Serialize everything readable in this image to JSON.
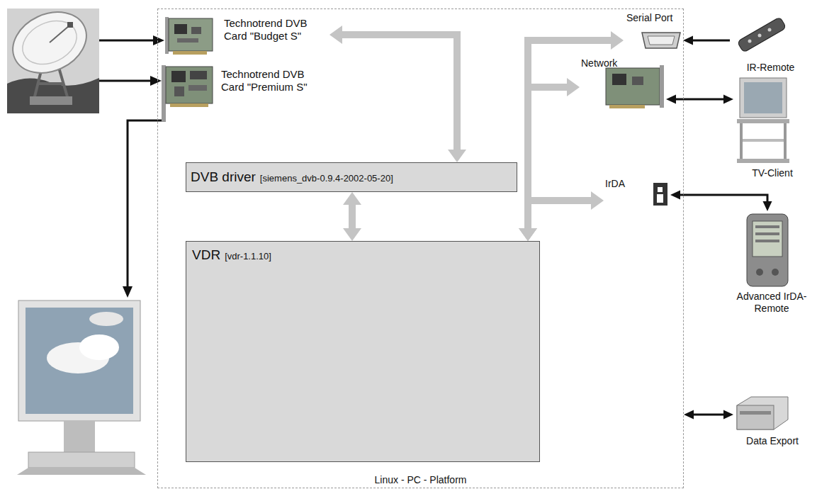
{
  "diagram": {
    "nodes": [
      {
        "text": [
          "Linux - PC - Platform"
        ]
      },
      {
        "text": [
          "Technotrend DVB Card \"Budget S\""
        ],
        "in": 0
      },
      {
        "text": [
          "Technotrend DVB Card \"Premium S\""
        ],
        "in": 0
      },
      {
        "text": [
          "DVB driver",
          "[siemens_dvb-0.9.4-2002-05-20]"
        ],
        "in": 0
      },
      {
        "text": [
          "VDR",
          "[vdr-1.1.10]"
        ],
        "in": 0
      },
      {
        "text": [
          "Serial Port"
        ],
        "in": 0
      },
      {
        "text": [
          "Network"
        ],
        "in": 0
      },
      {
        "text": [
          "IrDA"
        ],
        "in": 0
      },
      {
        "text": [
          "IR-Remote"
        ]
      },
      {
        "text": [
          "TV-Client"
        ]
      },
      {
        "text": [
          "Advanced IrDA-Remote"
        ]
      },
      {
        "text": [
          "Data Export"
        ]
      }
    ],
    "edges": [
      {
        "from": 1,
        "to": 3,
        "arrow": "both"
      },
      {
        "from": 3,
        "to": 4,
        "arrow": "both"
      },
      {
        "from": 4,
        "to": 5,
        "arrow": "both"
      },
      {
        "from": 4,
        "to": 6,
        "arrow": "both"
      },
      {
        "from": 4,
        "to": 7,
        "arrow": "both"
      },
      {
        "from": 8,
        "to": 5,
        "arrow": "to"
      },
      {
        "from": 6,
        "to": 9,
        "arrow": "both"
      },
      {
        "from": 7,
        "to": 10,
        "arrow": "both"
      },
      {
        "from": 0,
        "to": 11,
        "arrow": "both"
      }
    ]
  }
}
